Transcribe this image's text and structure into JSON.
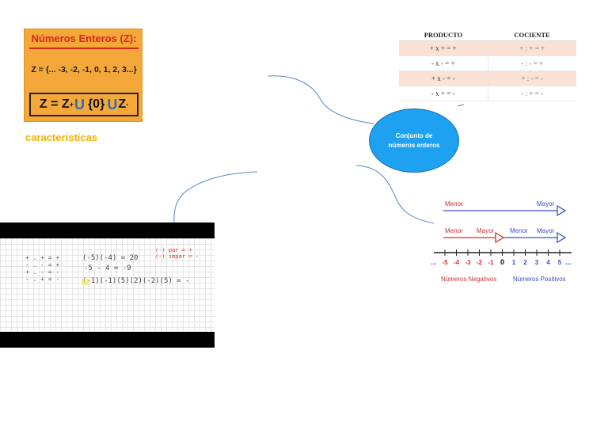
{
  "center_node": {
    "label": "Conjunto de números enteros"
  },
  "integers_card": {
    "title": "Números Enteros (Z):",
    "set": "Z = {... -3, -2, -1, 0, 1, 2, 3...}",
    "formula_z": "Z = Z",
    "formula_plus": "+",
    "formula_union": "U",
    "formula_zero": "{0}",
    "formula_zminus": "Z",
    "formula_minus": "-"
  },
  "caption": "caracteristicas",
  "sign_rules": {
    "headers": [
      "PRODUCTO",
      "COCIENTE"
    ],
    "rows": [
      [
        "+ x + = +",
        "+ : + = +"
      ],
      [
        "- x - = +",
        "- : - = +"
      ],
      [
        "+ x - = -",
        "+ : - = -"
      ],
      [
        "- x + = -",
        "- : + = -"
      ]
    ]
  },
  "number_line": {
    "menor": "Menor",
    "mayor": "Mayor",
    "ticks": [
      "-5",
      "-4",
      "-3",
      "-2",
      "-1",
      "0",
      "1",
      "2",
      "3",
      "4",
      "5"
    ],
    "ellipsis": "...",
    "negatives_label": "Números Negativos",
    "positives_label": "Números Positivos",
    "colors": {
      "negative": "#d0312d",
      "positive": "#3a4fc4"
    }
  },
  "video": {
    "rules": [
      "+ . + = +",
      "- . - = +",
      "+ . - = -",
      "- . + = -"
    ],
    "eq1": "(-5)(-4) = 20",
    "eq2": "-5 - 4 = -9",
    "eq3": "(-1)(-1)(5)(2)(-2)(5) = -",
    "note1": "(-) par = +",
    "note2": "(-) impar = -"
  }
}
